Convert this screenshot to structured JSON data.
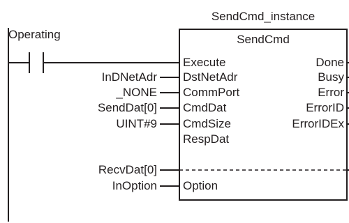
{
  "instance_name": "SendCmd_instance",
  "function_block": {
    "name": "SendCmd",
    "inputs": [
      "Execute",
      "DstNetAdr",
      "CommPort",
      "CmdDat",
      "CmdSize",
      "RespDat",
      "Option"
    ],
    "outputs": [
      "Done",
      "Busy",
      "Error",
      "ErrorID",
      "ErrorIDEx"
    ]
  },
  "contact": {
    "label": "Operating"
  },
  "input_variables": {
    "dst_net_adr": "InDNetAdr",
    "comm_port": "_NONE",
    "cmd_dat": "SendDat[0]",
    "cmd_size": "UINT#9",
    "resp_dat": "RecvDat[0]",
    "option": "InOption"
  },
  "colors": {
    "line": "#231f20",
    "background": "#ffffff"
  }
}
